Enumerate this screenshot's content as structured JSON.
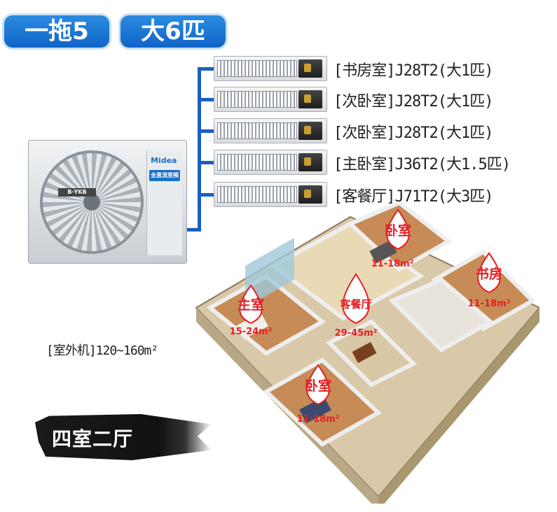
{
  "badges": {
    "config": "一拖5",
    "power": "大6匹"
  },
  "indoor_units": [
    {
      "label": "[书房室]J28T2(大1匹)"
    },
    {
      "label": "[次卧室]J28T2(大1匹)"
    },
    {
      "label": "[次卧室]J28T2(大1匹)"
    },
    {
      "label": "[主卧室]J36T2(大1.5匹)"
    },
    {
      "label": "[客餐厅]J71T2(大3匹)"
    }
  ],
  "outdoor_unit": {
    "brand": "Midea",
    "tagline": "全直流变频",
    "label": "[室外机]120~160m²"
  },
  "layout_label": "四室二厅",
  "rooms": [
    {
      "name": "主室",
      "area": "15-24m²"
    },
    {
      "name": "客餐厅",
      "area": "29-45m²"
    },
    {
      "name": "卧室",
      "area": "11-18m²"
    },
    {
      "name": "书房",
      "area": "11-18m²"
    },
    {
      "name": "卧室",
      "area": "11-18m²"
    }
  ],
  "colors": {
    "accent": "#1a5fbf",
    "drop": "#e42025",
    "badge": "#1a74d6"
  }
}
